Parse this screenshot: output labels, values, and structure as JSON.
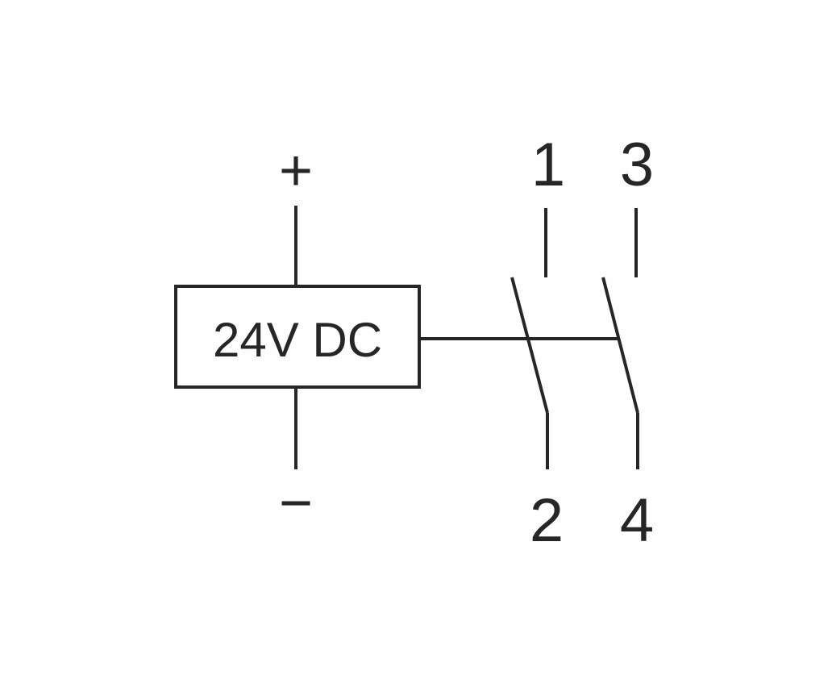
{
  "diagram": {
    "supply_label": "24V DC",
    "plus_label": "+",
    "minus_label": "−",
    "terminals": [
      "1",
      "3",
      "2",
      "4"
    ]
  },
  "colors": {
    "line": "#262626",
    "background": "#fefefe"
  }
}
